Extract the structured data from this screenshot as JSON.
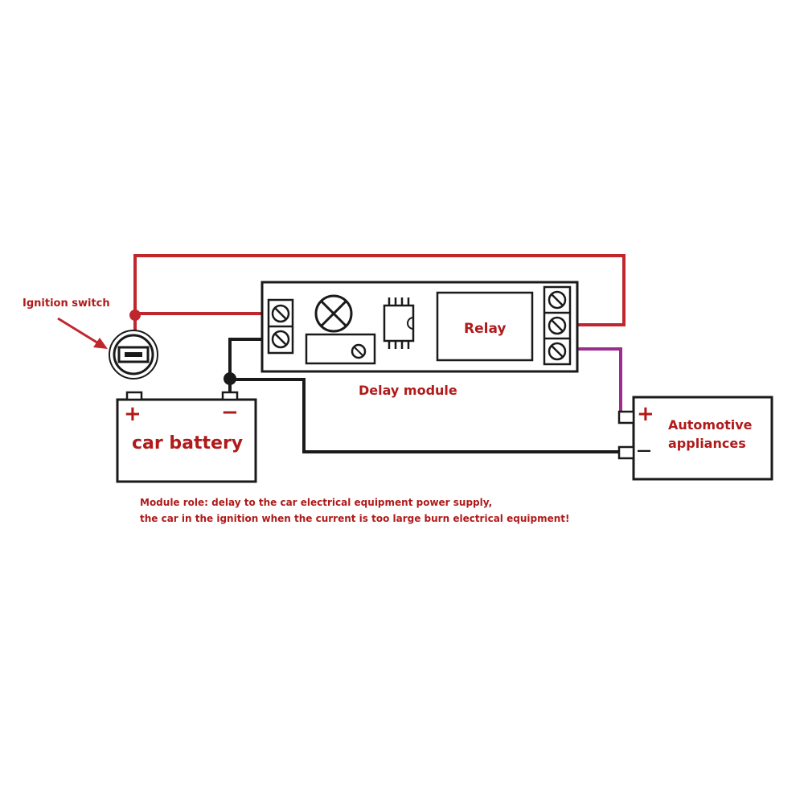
{
  "labels": {
    "ignition_switch": "Ignition switch",
    "relay": "Relay",
    "delay_module": "Delay module",
    "car_battery": "car battery",
    "battery_plus": "+",
    "battery_minus": "−",
    "appliance_line1": "Automotive",
    "appliance_line2": "appliances",
    "appliance_plus": "+",
    "appliance_minus": "—",
    "note_line1": "Module role: delay to the car electrical equipment power supply,",
    "note_line2": "the car in the ignition when the current is too large  burn electrical equipment!"
  },
  "colors": {
    "positive_wire": "#c0272d",
    "negative_wire": "#1a1a1a",
    "output_wire": "#9b2d8e",
    "label_text": "#b01a1a",
    "outline": "#1a1a1a"
  }
}
